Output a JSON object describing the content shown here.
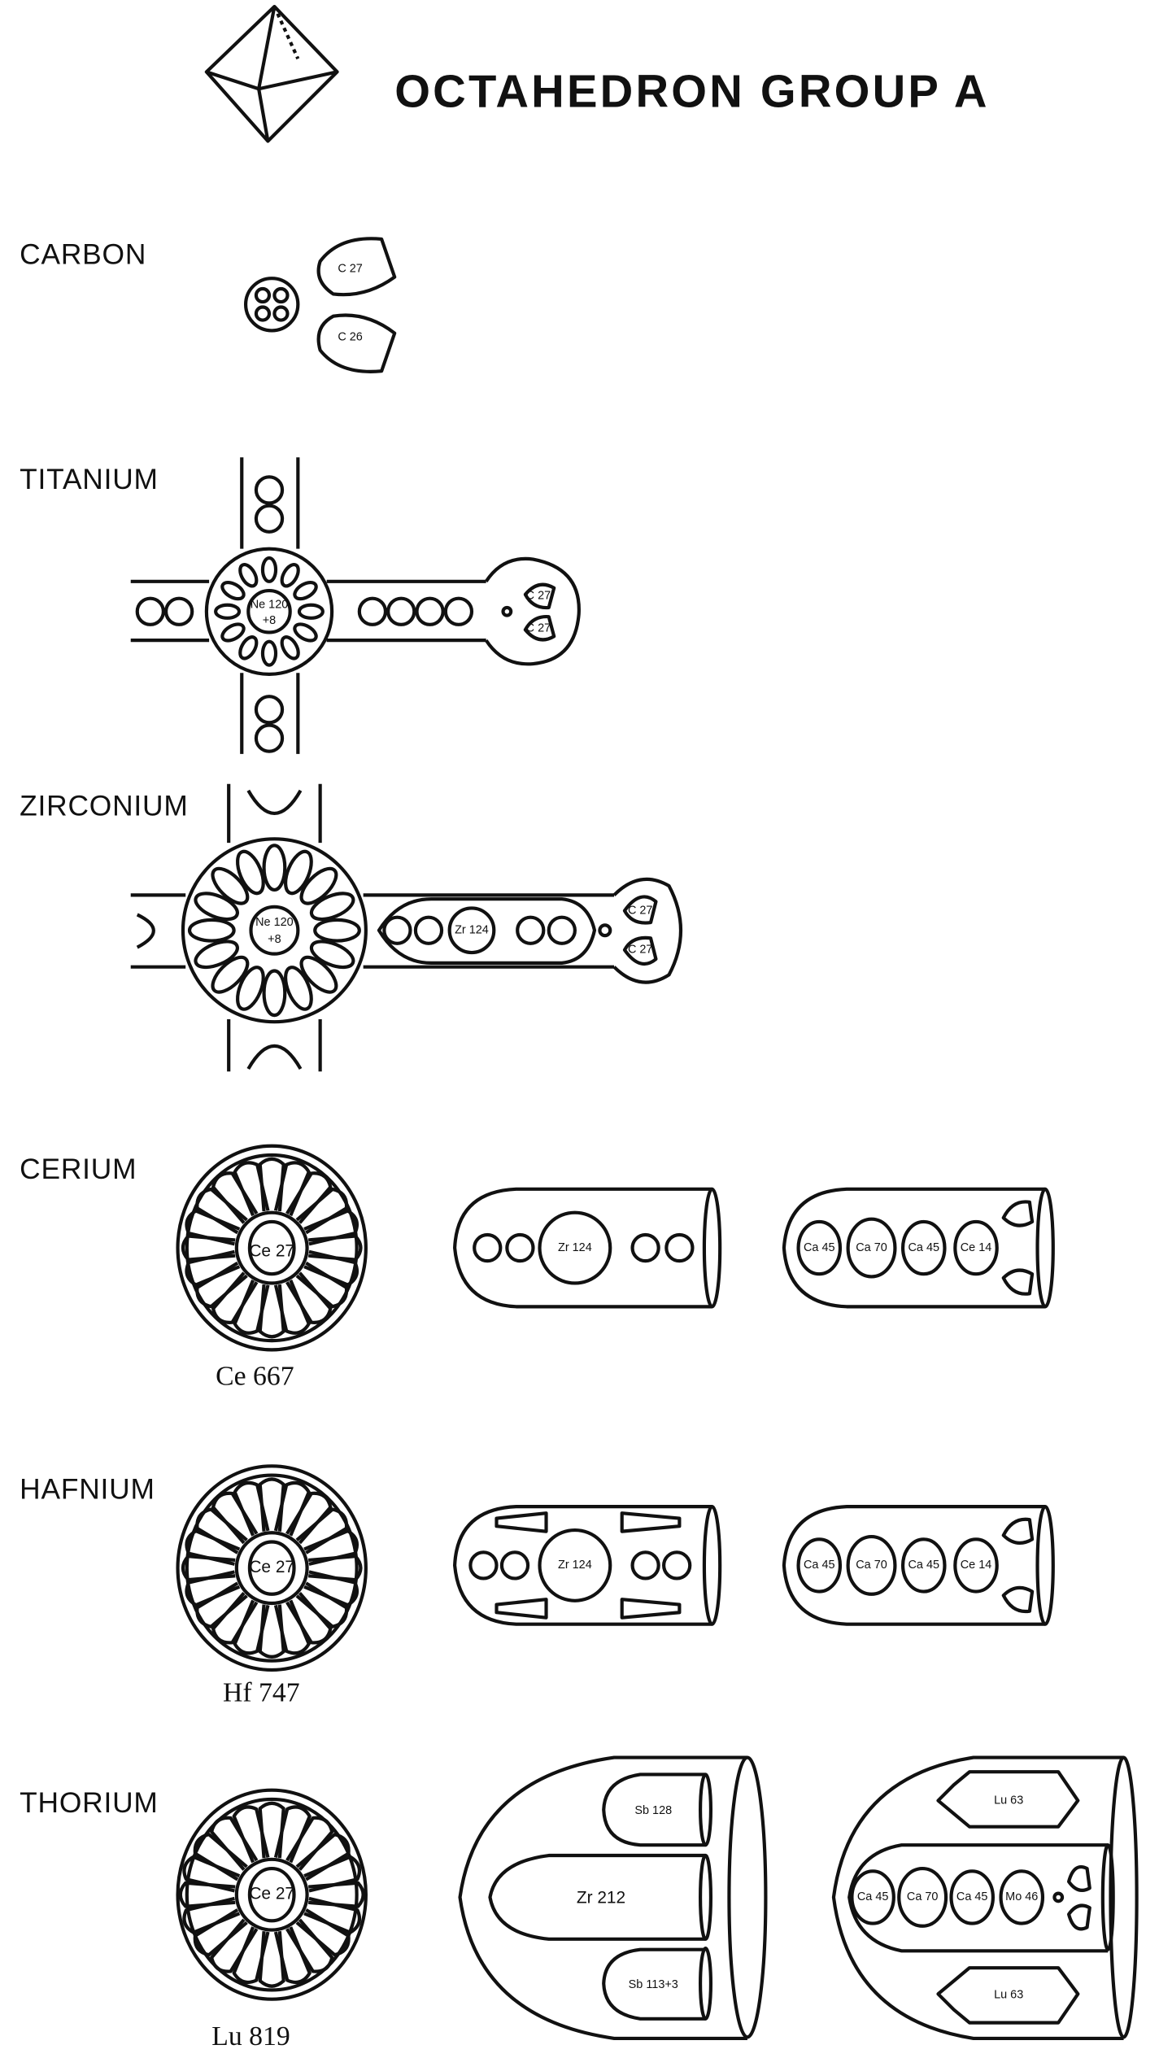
{
  "title": "OCTAHEDRON GROUP A",
  "colors": {
    "ink": "#111111",
    "paper": "#ffffff"
  },
  "elements": {
    "carbon": {
      "label": "CARBON",
      "parts": [
        "C 27",
        "C 26"
      ]
    },
    "titanium": {
      "label": "TITANIUM",
      "center": [
        "Ne 120",
        "+8"
      ],
      "parts": [
        "C 27",
        "C 27"
      ]
    },
    "zirconium": {
      "label": "ZIRCONIUM",
      "center": [
        "Ne 120",
        "+8"
      ],
      "bar": "Zr 124",
      "parts": [
        "C 27",
        "C 27"
      ]
    },
    "cerium": {
      "label": "CERIUM",
      "disk_center": "Ce 27",
      "disk_caption": "Ce 667",
      "bar": "Zr 124",
      "chain": [
        "Ca 45",
        "Ca 70",
        "Ca 45",
        "Ce 14"
      ]
    },
    "hafnium": {
      "label": "HAFNIUM",
      "disk_center": "Ce 27",
      "disk_caption": "Hf 747",
      "bar": "Zr 124",
      "chain": [
        "Ca 45",
        "Ca 70",
        "Ca 45",
        "Ce 14"
      ]
    },
    "thorium": {
      "label": "THORIUM",
      "disk_center": "Ce 27",
      "disk_caption": "Lu 819",
      "shield": [
        "Sb 128",
        "Zr 212",
        "Sb 113+3"
      ],
      "chain": [
        "Ca 45",
        "Ca 70",
        "Ca 45",
        "Mo 46"
      ],
      "lu": [
        "Lu 63",
        "Lu 63"
      ]
    }
  },
  "petal_count": 20
}
